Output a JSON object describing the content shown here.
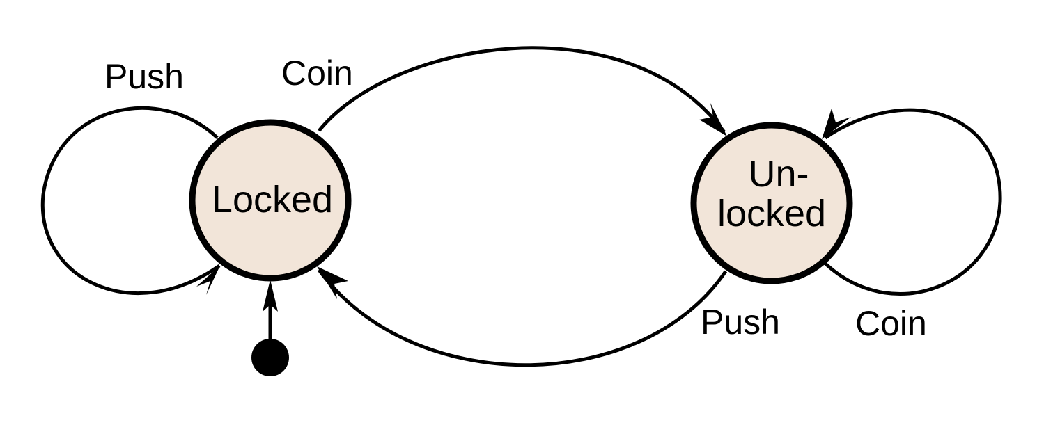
{
  "states": {
    "locked": {
      "label": "Locked"
    },
    "unlocked": {
      "label_line1": "Un-",
      "label_line2": "locked"
    }
  },
  "transitions": {
    "locked_push": {
      "label": "Push"
    },
    "locked_coin": {
      "label": "Coin"
    },
    "unlocked_push": {
      "label": "Push"
    },
    "unlocked_coin": {
      "label": "Coin"
    }
  },
  "colors": {
    "state_fill": "#f2e5d9",
    "stroke": "#000000"
  }
}
